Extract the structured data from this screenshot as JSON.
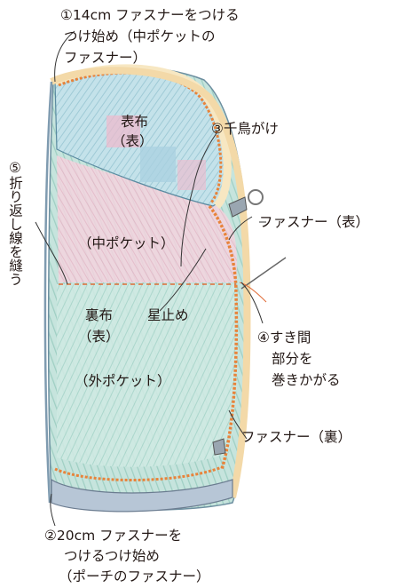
{
  "labels": {
    "step1_line1": "①14cm ファスナーをつける",
    "step1_line2": "つけ始め（中ポケットの",
    "step1_line3": "ファスナー）",
    "outer_fabric": "表布",
    "outer_fabric_side": "（表）",
    "step3": "③千鳥がけ",
    "zipper_front": "ファスナー（表）",
    "step5": "⑤折り返し線を縫う",
    "inner_pocket": "（中ポケット）",
    "lining": "裏布",
    "lining_side": "（表）",
    "star_stitch": "星止め",
    "step4_line1": "④すき間",
    "step4_line2": "部分を",
    "step4_line3": "巻きかがる",
    "outer_pocket": "（外ポケット）",
    "zipper_back": "ファスナー（裏）",
    "step2_line1": "②20cm ファスナーを",
    "step2_line2": "つけるつけ始め",
    "step2_line3": "（ポーチのファスナー）"
  },
  "colors": {
    "zipper_orange": "#e8833a",
    "zipper_tape": "#f7e7c2",
    "fabric_blue": "#b9dbe4",
    "fabric_pink": "#f1c9d6",
    "fabric_mint": "#bfe3da",
    "stitch_line": "#e06a35",
    "leader_line": "#333333"
  }
}
